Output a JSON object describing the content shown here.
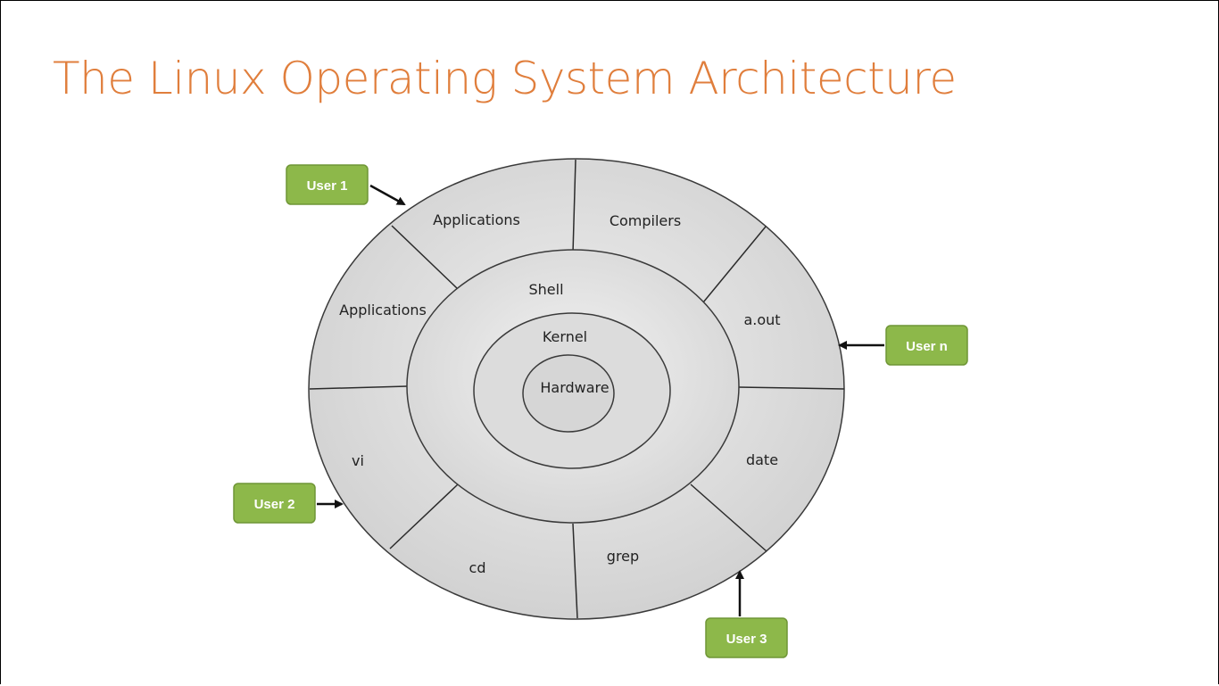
{
  "title": "The Linux Operating System Architecture",
  "colors": {
    "title": "#E07E3C",
    "ring_fill": "#d9d9d9",
    "ring_stroke": "#3a3a3a",
    "user_fill": "#8DB84A",
    "user_stroke": "#6f9636",
    "arrow": "#111111"
  },
  "layers": {
    "shell": "Shell",
    "kernel": "Kernel",
    "hardware": "Hardware"
  },
  "outer_segments": [
    "Applications",
    "Compilers",
    "a.out",
    "date",
    "grep",
    "cd",
    "vi",
    "Applications"
  ],
  "users": [
    "User 1",
    "User n",
    "User 2",
    "User 3"
  ]
}
